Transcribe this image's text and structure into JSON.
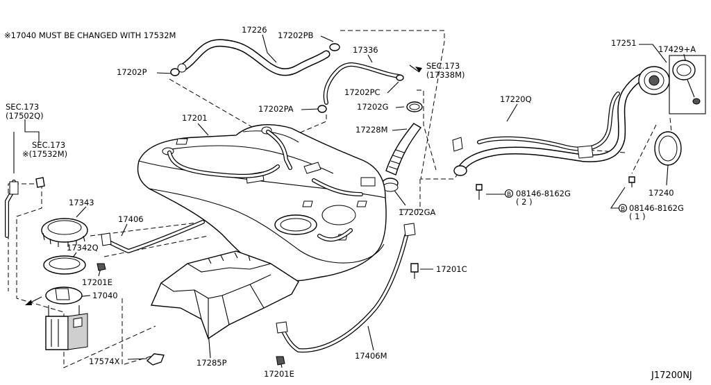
{
  "note": "※17040 MUST BE CHANGED WITH 17532M",
  "diagram_code": "J17200NJ",
  "labels": {
    "p17226": "17226",
    "p17202PB": "17202PB",
    "p17202P": "17202P",
    "p17336": "17336",
    "sec173_top": "SEC.173",
    "sec173_top_ref": "(17338M)",
    "p17202PC": "17202PC",
    "p17202PA": "17202PA",
    "p17202G": "17202G",
    "p17201": "17201",
    "p17228M": "17228M",
    "p17220Q": "17220Q",
    "p17251": "17251",
    "p17429A": "17429+A",
    "sec173_left": "SEC.173",
    "sec173_left_ref": "(17502Q)",
    "sec173_mid": "SEC.173",
    "sec173_mid_ref": "※(17532M)",
    "p17343": "17343",
    "p17406": "17406",
    "p17342Q": "17342Q",
    "p17201E_a": "17201E",
    "p17040": "17040",
    "p17574X": "17574X",
    "p17285P": "17285P",
    "p17201E_b": "17201E",
    "p17406M": "17406M",
    "p17201C": "17201C",
    "p17202GA": "17202GA",
    "bolt2": "08146-8162G",
    "bolt2_qty": "( 2 )",
    "bolt1": "08146-8162G",
    "bolt1_qty": "( 1 )",
    "bolt_mark": "B",
    "p17240": "17240"
  }
}
